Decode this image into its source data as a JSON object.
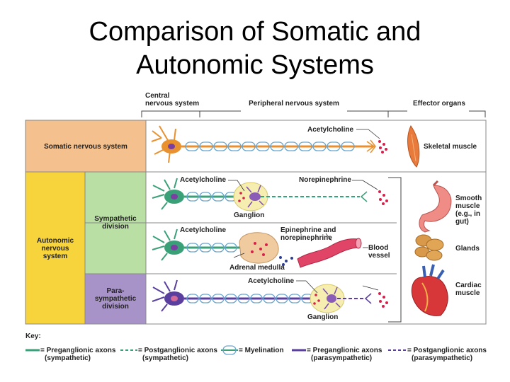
{
  "title_line1": "Comparison of Somatic and",
  "title_line2": "Autonomic Systems",
  "headers": {
    "cns": [
      "Central",
      "nervous system"
    ],
    "pns": "Peripheral nervous system",
    "effector": "Effector organs"
  },
  "left_labels": {
    "somatic": "Somatic nervous system",
    "autonomic": [
      "Autonomic",
      "nervous",
      "system"
    ],
    "sympathetic": [
      "Sympathetic",
      "division"
    ],
    "parasympathetic": [
      "Para-",
      "sympathetic",
      "division"
    ]
  },
  "neuro_labels": {
    "ach_somatic": "Acetylcholine",
    "ach_symp": "Acetylcholine",
    "norepinephrine": "Norepinephrine",
    "ganglion_symp": "Ganglion",
    "ach_adrenal": "Acetylcholine",
    "epinephrine": [
      "Epinephrine and",
      "norepinephrine"
    ],
    "blood_vessel": [
      "Blood",
      "vessel"
    ],
    "adrenal_medulla": "Adrenal medulla",
    "ach_para": "Acetylcholine",
    "ganglion_para": "Ganglion"
  },
  "organs": {
    "skeletal": "Skeletal muscle",
    "smooth": [
      "Smooth",
      "muscle",
      "(e.g., in",
      "gut)"
    ],
    "glands": "Glands",
    "cardiac": [
      "Cardiac",
      "muscle"
    ]
  },
  "key": {
    "label": "Key:",
    "items": [
      {
        "line1": "= Preganglionic axons",
        "line2": "(sympathetic)"
      },
      {
        "line1": "= Postganglionic axons",
        "line2": "(sympathetic)"
      },
      {
        "line1": "= Myelination",
        "line2": ""
      },
      {
        "line1": "= Preganglionic axons",
        "line2": "(parasympathetic)"
      },
      {
        "line1": "= Postganglionic axons",
        "line2": "(parasympathetic)"
      }
    ]
  },
  "colors": {
    "somatic": "#f3c08e",
    "autonomic": "#f7d43c",
    "sympathetic": "#b9dfa5",
    "parasympathetic": "#a793c8",
    "somatic_axon": "#e8912e",
    "sympathetic_axon": "#3aa078",
    "parasympathetic_axon": "#5a3f9e"
  }
}
